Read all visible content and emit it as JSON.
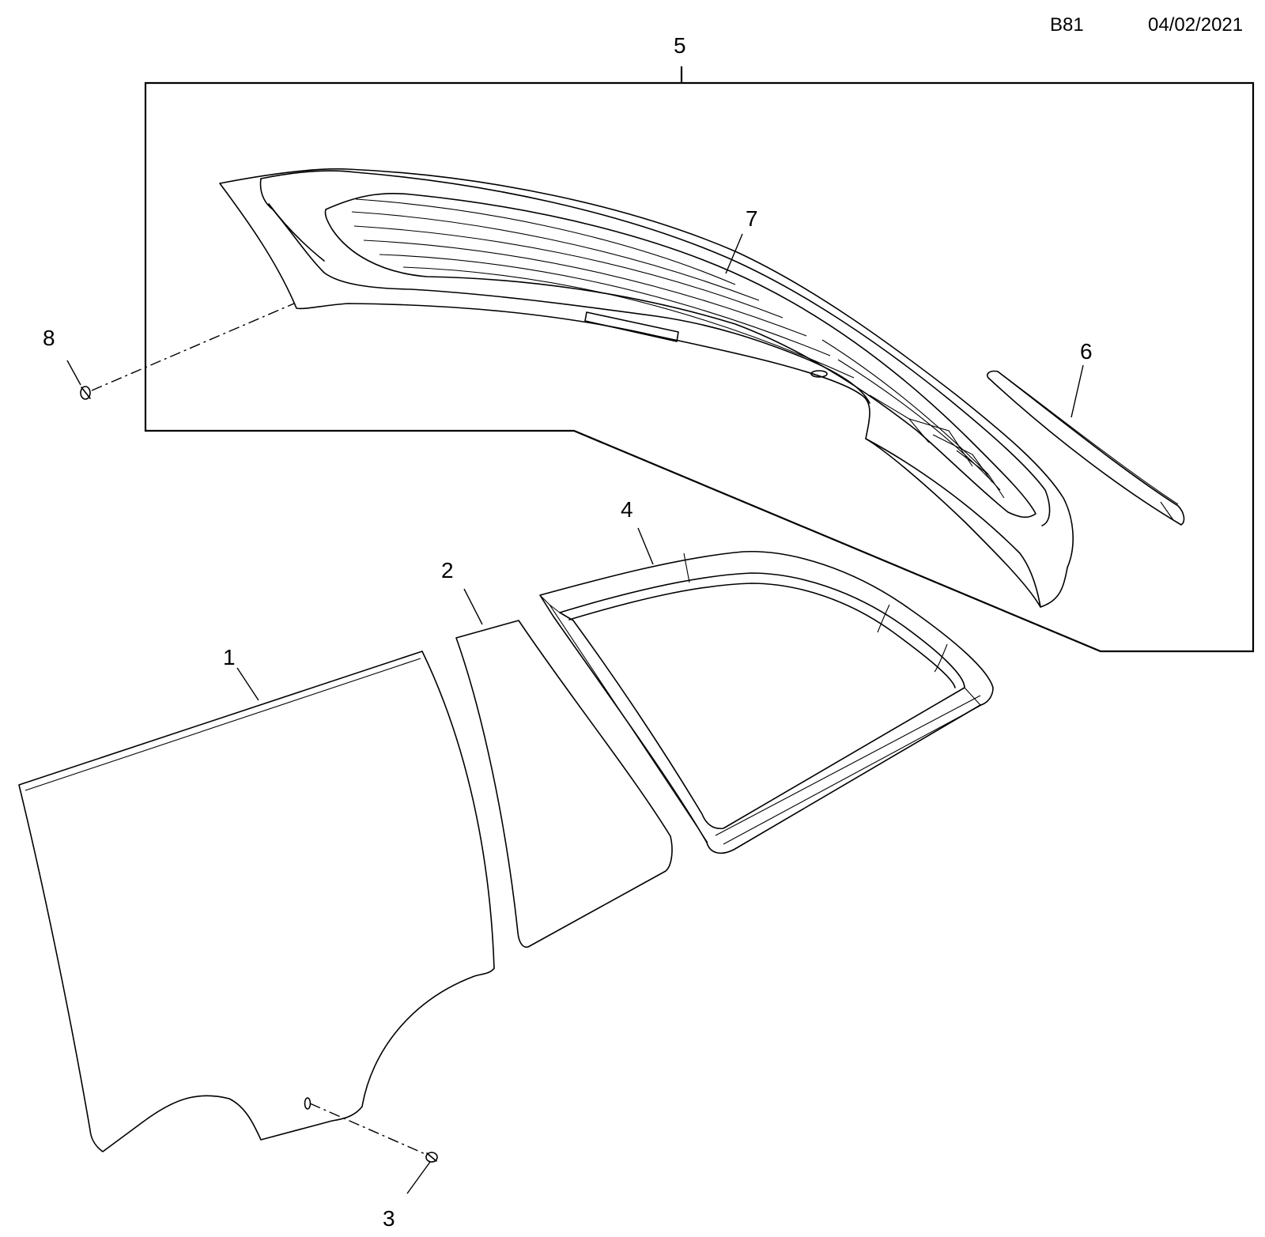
{
  "header": {
    "code": "B81",
    "date": "04/02/2021"
  },
  "callouts": [
    {
      "id": "1",
      "label": "1"
    },
    {
      "id": "2",
      "label": "2"
    },
    {
      "id": "3",
      "label": "3"
    },
    {
      "id": "4",
      "label": "4"
    },
    {
      "id": "5",
      "label": "5"
    },
    {
      "id": "6",
      "label": "6"
    },
    {
      "id": "7",
      "label": "7"
    },
    {
      "id": "8",
      "label": "8"
    }
  ]
}
